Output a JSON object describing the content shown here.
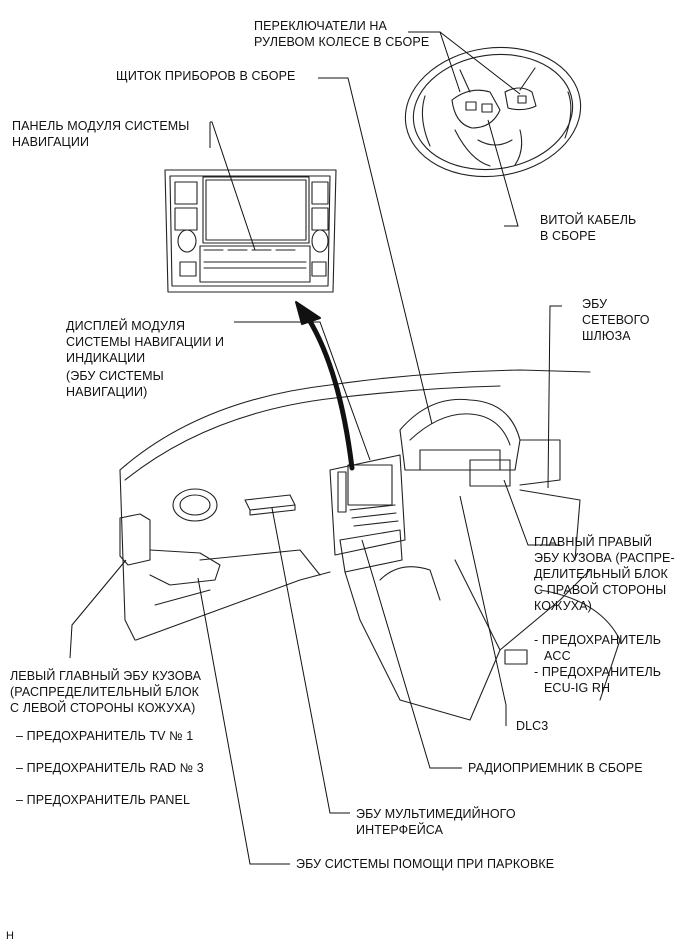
{
  "labels": {
    "steering_switches": [
      "ПЕРЕКЛЮЧАТЕЛИ НА",
      "РУЛЕВОМ КОЛЕСЕ   В СБОРЕ"
    ],
    "instrument_panel": "ЩИТОК ПРИБОРОВ В СБОРЕ",
    "nav_module_panel": [
      "ПАНЕЛЬ МОДУЛЯ СИСТЕМЫ",
      "НАВИГАЦИИ"
    ],
    "spiral_cable": [
      "ВИТОЙ КАБЕЛЬ",
      "В СБОРЕ"
    ],
    "gateway_ecu": [
      "ЭБУ",
      "СЕТЕВОГО",
      "ШЛЮЗА"
    ],
    "nav_display": [
      "ДИСПЛЕЙ МОДУЛЯ",
      "СИСТЕМЫ НАВИГАЦИИ И",
      "ИНДИКАЦИИ"
    ],
    "nav_ecu": [
      "(ЭБУ СИСТЕМЫ",
      "НАВИГАЦИИ)"
    ],
    "main_body_ecu_rh": [
      "ГЛАВНЫЙ ПРАВЫЙ",
      "ЭБУ КУЗОВА (РАСПРЕ-",
      "ДЕЛИТЕЛЬНЫЙ БЛОК",
      "С ПРАВОЙ СТОРОНЫ",
      "КОЖУХА)"
    ],
    "fuses_rh": [
      "- ПРЕДОХРАНИТЕЛЬ",
      "ACC",
      "- ПРЕДОХРАНИТЕЛЬ",
      "ECU-IG RH"
    ],
    "main_body_ecu_lh": [
      "ЛЕВЫЙ ГЛАВНЫЙ ЭБУ КУЗОВА",
      "(РАСПРЕДЕЛИТЕЛЬНЫЙ БЛОК",
      "С ЛЕВОЙ СТОРОНЫ КОЖУХА)"
    ],
    "fuse_tv": "– ПРЕДОХРАНИТЕЛЬ TV № 1",
    "fuse_rad": "– ПРЕДОХРАНИТЕЛЬ RAD № 3",
    "fuse_panel": "– ПРЕДОХРАНИТЕЛЬ PANEL",
    "dlc3": "DLC3",
    "radio_receiver": "РАДИОПРИЕМНИК В СБОРЕ",
    "multimedia_ecu": [
      "ЭБУ МУЛЬТИМЕДИЙНОГО",
      "ИНТЕРФЕЙСА"
    ],
    "parking_assist_ecu": "ЭБУ СИСТЕМЫ ПОМОЩИ ПРИ ПАРКОВКЕ",
    "corner_mark": "H"
  }
}
